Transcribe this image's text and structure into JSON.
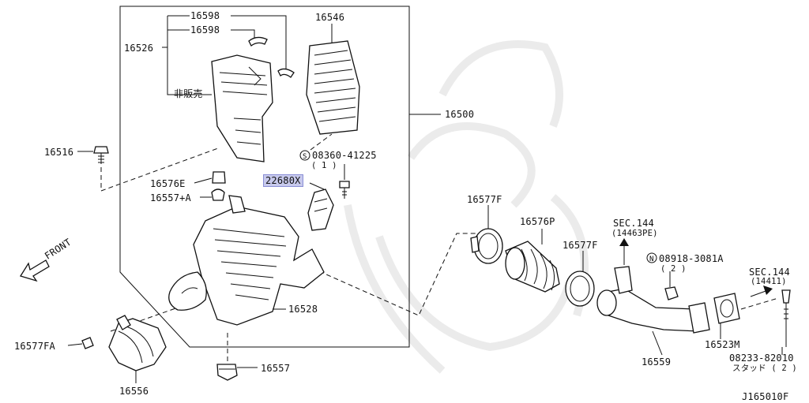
{
  "diagram_code": "J165010F",
  "direction_label": "FRONT",
  "callouts": [
    {
      "id": "16598_top",
      "text": "16598"
    },
    {
      "id": "16598_mid",
      "text": "16598"
    },
    {
      "id": "16546",
      "text": "16546"
    },
    {
      "id": "16526",
      "text": "16526"
    },
    {
      "id": "hanbaisaku",
      "text": "非販売"
    },
    {
      "id": "16500",
      "text": "16500"
    },
    {
      "id": "16516",
      "text": "16516"
    },
    {
      "id": "08360",
      "text": "08360-41225"
    },
    {
      "id": "08360_qty",
      "text": "( 1 )"
    },
    {
      "id": "22680X",
      "text": "22680X"
    },
    {
      "id": "16576E",
      "text": "16576E"
    },
    {
      "id": "16557A",
      "text": "16557+A"
    },
    {
      "id": "16577F_a",
      "text": "16577F"
    },
    {
      "id": "16576P",
      "text": "16576P"
    },
    {
      "id": "16577F_b",
      "text": "16577F"
    },
    {
      "id": "sec144a",
      "text": "SEC.144"
    },
    {
      "id": "sec144a_sub",
      "text": "(14463PE)"
    },
    {
      "id": "08918",
      "text": "08918-3081A"
    },
    {
      "id": "08918_qty",
      "text": "( 2 )"
    },
    {
      "id": "sec144b",
      "text": "SEC.144"
    },
    {
      "id": "sec144b_sub",
      "text": "(14411)"
    },
    {
      "id": "16528",
      "text": "16528"
    },
    {
      "id": "16523M",
      "text": "16523M"
    },
    {
      "id": "16559",
      "text": "16559"
    },
    {
      "id": "08233",
      "text": "08233-82010"
    },
    {
      "id": "08233_sub",
      "text": "スタッド ( 2 )"
    },
    {
      "id": "16577FA",
      "text": "16577FA"
    },
    {
      "id": "16557",
      "text": "16557"
    },
    {
      "id": "16556",
      "text": "16556"
    }
  ]
}
